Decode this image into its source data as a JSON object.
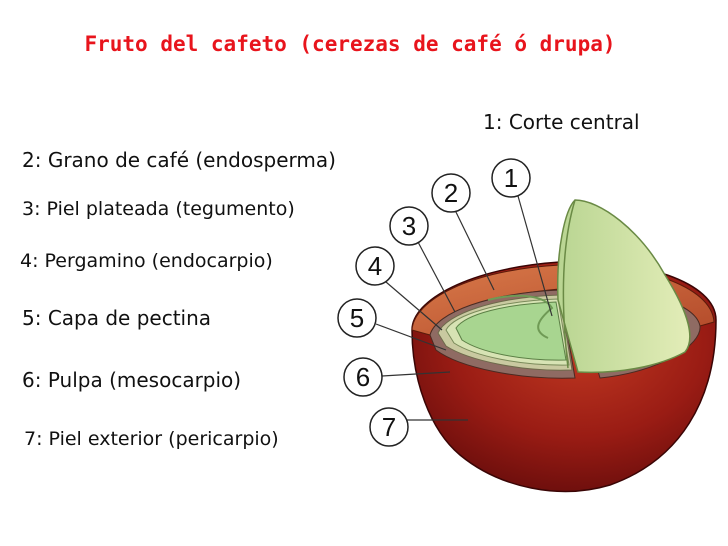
{
  "title": "Fruto del cafeto (cerezas de café ó drupa)",
  "labels": [
    {
      "num": "1",
      "text": "1: Corte central"
    },
    {
      "num": "2",
      "text": "2: Grano de café (endosperma)"
    },
    {
      "num": "3",
      "text": "3: Piel plateada (tegumento)"
    },
    {
      "num": "4",
      "text": "4: Pergamino (endocarpio)"
    },
    {
      "num": "5",
      "text": "5: Capa de pectina"
    },
    {
      "num": "6",
      "text": "6: Pulpa (mesocarpio)"
    },
    {
      "num": "7",
      "text": "7: Piel exterior (pericarpio)"
    }
  ],
  "colors": {
    "title": "#e8141c",
    "skin": "#8e1414",
    "pulp": "#c9633b",
    "pectin": "#8f6b63",
    "parchment": "#c9c9a0",
    "silverskin": "#d7e3b4",
    "bean": "#a8d590",
    "bean_cut": "#c6e3a8",
    "central_cut": "#d3e4a0"
  }
}
